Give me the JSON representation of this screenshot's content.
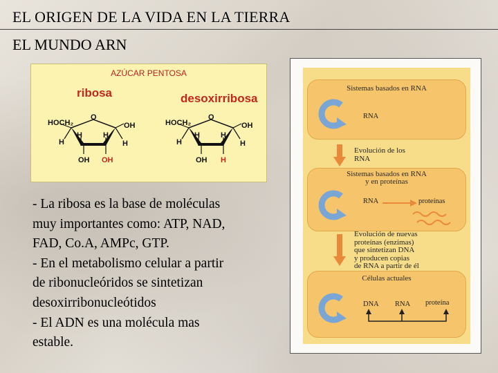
{
  "header": {
    "title": "EL ORIGEN DE LA VIDA EN LA TIERRA",
    "subtitle": "EL MUNDO ARN"
  },
  "sugar_panel": {
    "heading": "AZÚCAR PENTOSA",
    "ribose": {
      "name": "ribosa",
      "ring_o": "O",
      "hoch2": "HOCH₂",
      "oh_right": "OH",
      "h1": "H",
      "h2": "H",
      "h3": "H",
      "h4": "H",
      "oh_bottom_left": "OH",
      "oh_bottom_right": "OH"
    },
    "deoxyribose": {
      "name": "desoxirribosa",
      "ring_o": "O",
      "hoch2": "HOCH₂",
      "oh_right": "OH",
      "h1": "H",
      "h2": "H",
      "h3": "H",
      "h4": "H",
      "oh_bottom_left": "OH",
      "h_bottom_right": "H"
    }
  },
  "body_lines": [
    "- La ribosa es la base de moléculas",
    "muy importantes como: ATP, NAD,",
    "FAD, Co.A, AMPc, GTP.",
    "- En el metabolismo celular a partir",
    "de ribonucleóridos se sintetizan",
    "desoxirribonucleótidos",
    "- El ADN es una molécula mas",
    "estable."
  ],
  "diagram": {
    "stage1": {
      "title": "Sistemas basados en RNA",
      "rna": "RNA"
    },
    "evolution1": [
      "Evolución de los",
      "RNA"
    ],
    "stage2": {
      "title_line1": "Sistemas basados en RNA",
      "title_line2": "y en proteínas",
      "rna": "RNA",
      "proteins": "proteínas"
    },
    "evolution2": [
      "Evolución de nuevas",
      "proteínas (enzimas)",
      "que sintetizan DNA",
      "y producen copias",
      "de RNA a partir de él"
    ],
    "stage3": {
      "title": "Células actuales",
      "dna": "DNA",
      "rna": "RNA",
      "protein": "proteína"
    },
    "colors": {
      "stage_fill": "#f6c46a",
      "background": "#f7dd8a",
      "cycle_arrow": "#7aa6d6",
      "down_arrow": "#e9893a"
    }
  }
}
